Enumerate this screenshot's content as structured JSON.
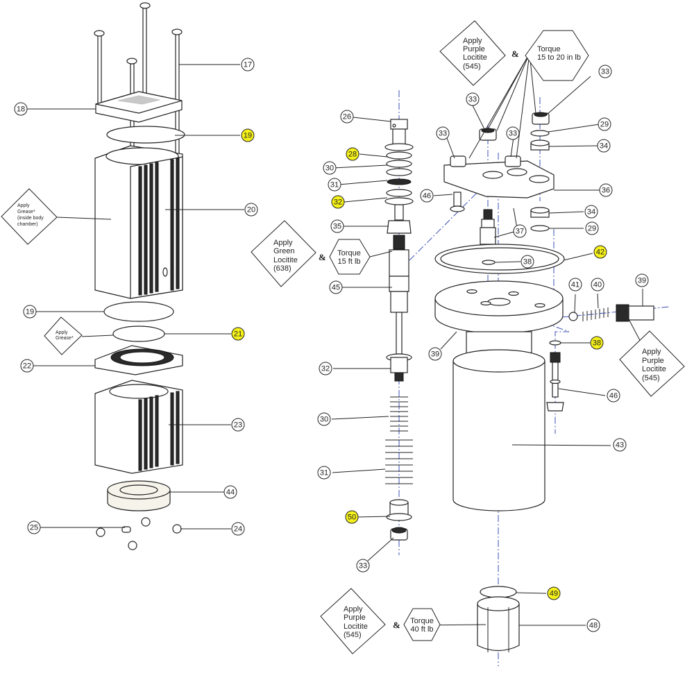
{
  "diagram": {
    "title": "Exploded parts diagram",
    "highlight_color": "#f4f01a",
    "axis_color": "#3a4fb5",
    "callouts": [
      {
        "id": "c17",
        "label": "17",
        "highlight": false
      },
      {
        "id": "c18",
        "label": "18",
        "highlight": false
      },
      {
        "id": "c19a",
        "label": "19",
        "highlight": true
      },
      {
        "id": "c20",
        "label": "20",
        "highlight": false
      },
      {
        "id": "c19b",
        "label": "19",
        "highlight": false
      },
      {
        "id": "c21",
        "label": "21",
        "highlight": true
      },
      {
        "id": "c22",
        "label": "22",
        "highlight": false
      },
      {
        "id": "c23",
        "label": "23",
        "highlight": false
      },
      {
        "id": "c44",
        "label": "44",
        "highlight": false
      },
      {
        "id": "c25",
        "label": "25",
        "highlight": false
      },
      {
        "id": "c24",
        "label": "24",
        "highlight": false
      },
      {
        "id": "c26",
        "label": "26",
        "highlight": false
      },
      {
        "id": "c28",
        "label": "28",
        "highlight": true
      },
      {
        "id": "c30a",
        "label": "30",
        "highlight": false
      },
      {
        "id": "c31a",
        "label": "31",
        "highlight": false
      },
      {
        "id": "c32a",
        "label": "32",
        "highlight": true
      },
      {
        "id": "c35",
        "label": "35",
        "highlight": false
      },
      {
        "id": "c45",
        "label": "45",
        "highlight": false
      },
      {
        "id": "c32b",
        "label": "32",
        "highlight": false
      },
      {
        "id": "c30b",
        "label": "30",
        "highlight": false
      },
      {
        "id": "c31b",
        "label": "31",
        "highlight": false
      },
      {
        "id": "c50",
        "label": "50",
        "highlight": true
      },
      {
        "id": "c33a",
        "label": "33",
        "highlight": false
      },
      {
        "id": "c33b",
        "label": "33",
        "highlight": false
      },
      {
        "id": "c33c",
        "label": "33",
        "highlight": false
      },
      {
        "id": "c33d",
        "label": "33",
        "highlight": false
      },
      {
        "id": "c33e",
        "label": "33",
        "highlight": false
      },
      {
        "id": "c29a",
        "label": "29",
        "highlight": false
      },
      {
        "id": "c34a",
        "label": "34",
        "highlight": false
      },
      {
        "id": "c46a",
        "label": "46",
        "highlight": false
      },
      {
        "id": "c36",
        "label": "36",
        "highlight": false
      },
      {
        "id": "c34b",
        "label": "34",
        "highlight": false
      },
      {
        "id": "c29b",
        "label": "29",
        "highlight": false
      },
      {
        "id": "c37",
        "label": "37",
        "highlight": false
      },
      {
        "id": "c42",
        "label": "42",
        "highlight": true
      },
      {
        "id": "c38a",
        "label": "38",
        "highlight": false
      },
      {
        "id": "c41",
        "label": "41",
        "highlight": false
      },
      {
        "id": "c40",
        "label": "40",
        "highlight": false
      },
      {
        "id": "c39a",
        "label": "39",
        "highlight": false
      },
      {
        "id": "c38b",
        "label": "38",
        "highlight": true
      },
      {
        "id": "c39b",
        "label": "39",
        "highlight": false
      },
      {
        "id": "c46b",
        "label": "46",
        "highlight": false
      },
      {
        "id": "c43",
        "label": "43",
        "highlight": false
      },
      {
        "id": "c49",
        "label": "49",
        "highlight": true
      },
      {
        "id": "c48",
        "label": "48",
        "highlight": false
      }
    ],
    "notes": {
      "grease_body": [
        "Apply",
        "Grease*",
        "(inside body",
        "chamber)"
      ],
      "grease_ring": [
        "Apply",
        "Grease*"
      ],
      "green_locitite": [
        "Apply",
        "Green",
        "Locitite",
        "(638)"
      ],
      "torque_15ft": [
        "Torque",
        "15 ft lb"
      ],
      "purple_top": [
        "Apply",
        "Purple",
        "Locitite",
        "(545)"
      ],
      "torque_15_20in": [
        "Torque",
        "15 to 20 in lb"
      ],
      "purple_side": [
        "Apply",
        "Purple",
        "Locitite",
        "(545)"
      ],
      "purple_bottom": [
        "Apply",
        "Purple",
        "Locitite",
        "(545)"
      ],
      "torque_40ft": [
        "Torque",
        "40 ft lb"
      ],
      "ampersand": "&"
    }
  }
}
